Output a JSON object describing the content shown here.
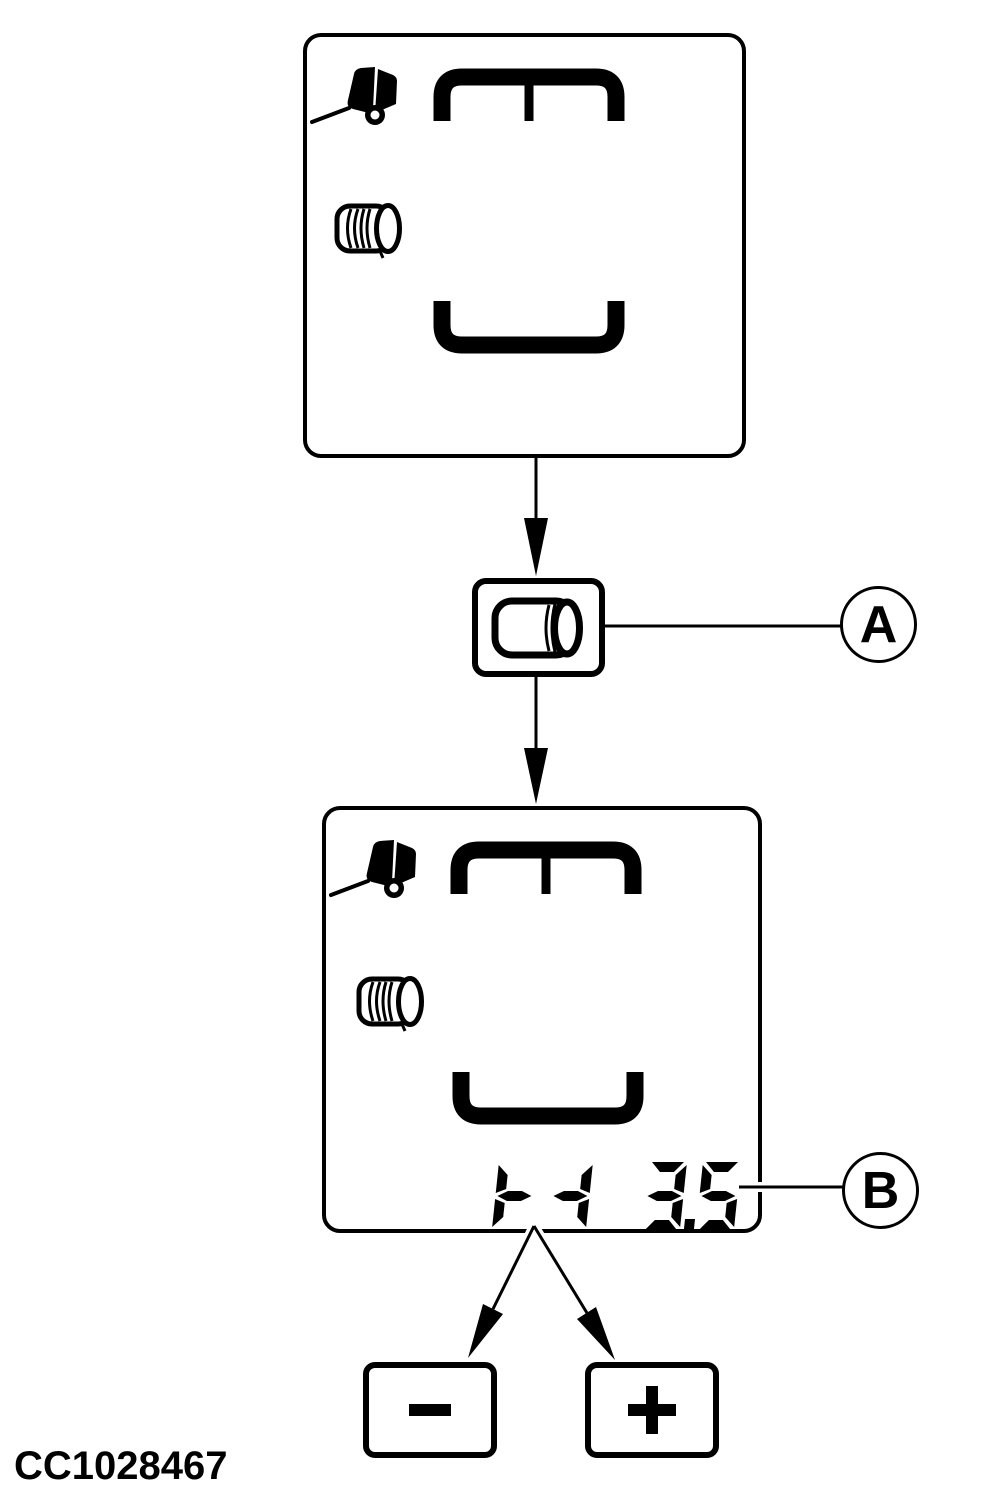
{
  "figure_code": "CC1028467",
  "callouts": {
    "a": "A",
    "b": "B"
  },
  "monitor_screen_initial": {
    "icons": {
      "baler": "round-baler-icon",
      "bale": "round-bale-icon",
      "chamber": "bale-chamber-outline-icon"
    }
  },
  "bale_size_button": {
    "icon": "round-bale-icon",
    "callout": "A"
  },
  "monitor_screen_adjust": {
    "icons": {
      "baler": "round-baler-icon",
      "bale": "round-bale-icon",
      "chamber": "bale-chamber-outline-icon"
    },
    "segment_display": {
      "text": "⊢⊣ 3.5",
      "value": "3.5",
      "callout": "B"
    }
  },
  "adjust_buttons": {
    "decrease": "−",
    "increase": "+"
  }
}
